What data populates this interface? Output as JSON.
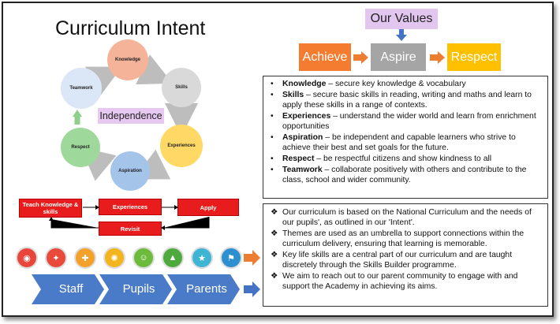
{
  "title": "Curriculum Intent",
  "cycle": {
    "nodes": [
      "Knowledge",
      "Skills",
      "Experiences",
      "Aspiration",
      "Respect",
      "Teamwork"
    ],
    "center_label": "Independence"
  },
  "values": {
    "title": "Our Values",
    "items": [
      "Achieve",
      "Aspire",
      "Respect"
    ]
  },
  "definitions": [
    {
      "term": "Knowledge",
      "text": " – secure key knowledge & vocabulary"
    },
    {
      "term": "Skills",
      "text": " – secure basic skills in reading, writing and maths and learn to apply these skills in a range of contexts."
    },
    {
      "term": "Experiences",
      "text": " – understand the wider world and learn from enrichment opportunities"
    },
    {
      "term": "Aspiration",
      "text": " – be independent and capable learners who strive to achieve their best and set goals for the future."
    },
    {
      "term": "Respect",
      "text": " – be respectful citizens and show kindness to all"
    },
    {
      "term": "Teamwork",
      "text": " – collaborate positively with others and contribute to the class, school and wider community."
    }
  ],
  "process": {
    "teach": "Teach Knowledge & skills",
    "experiences": "Experiences",
    "apply": "Apply",
    "revisit": "Revisit"
  },
  "statements": [
    "Our curriculum is based on the National Curriculum and the needs of our pupils', as outlined in our 'Intent'.",
    "Themes are used as an umbrella to support connections within the curriculum delivery, ensuring that learning is memorable.",
    "Key life skills are a central part of our curriculum and are taught discretely through the Skills Builder programme.",
    "We aim to reach out to our parent community to engage with and support the Academy in achieving its aims."
  ],
  "skill_icons": [
    {
      "name": "listening-icon",
      "color": "#e8463c"
    },
    {
      "name": "speaking-icon",
      "color": "#e94a3a"
    },
    {
      "name": "problem-solving-icon",
      "color": "#f3a12a"
    },
    {
      "name": "creativity-icon",
      "color": "#f2b51d"
    },
    {
      "name": "staying-positive-icon",
      "color": "#6dbb3d"
    },
    {
      "name": "aiming-high-icon",
      "color": "#4eaa3f"
    },
    {
      "name": "leadership-icon",
      "color": "#3fb4d4"
    },
    {
      "name": "teamwork-skill-icon",
      "color": "#2e8fd0"
    }
  ],
  "audience": [
    "Staff",
    "Pupils",
    "Parents"
  ],
  "colors": {
    "achieve": "#f47c30",
    "aspire": "#a5a5a5",
    "respect": "#ffc000",
    "process_red": "#e81c1c",
    "chevron_blue": "#4a7bc8",
    "arrow_orange": "#ed7d31",
    "arrow_blue": "#4472c4"
  }
}
